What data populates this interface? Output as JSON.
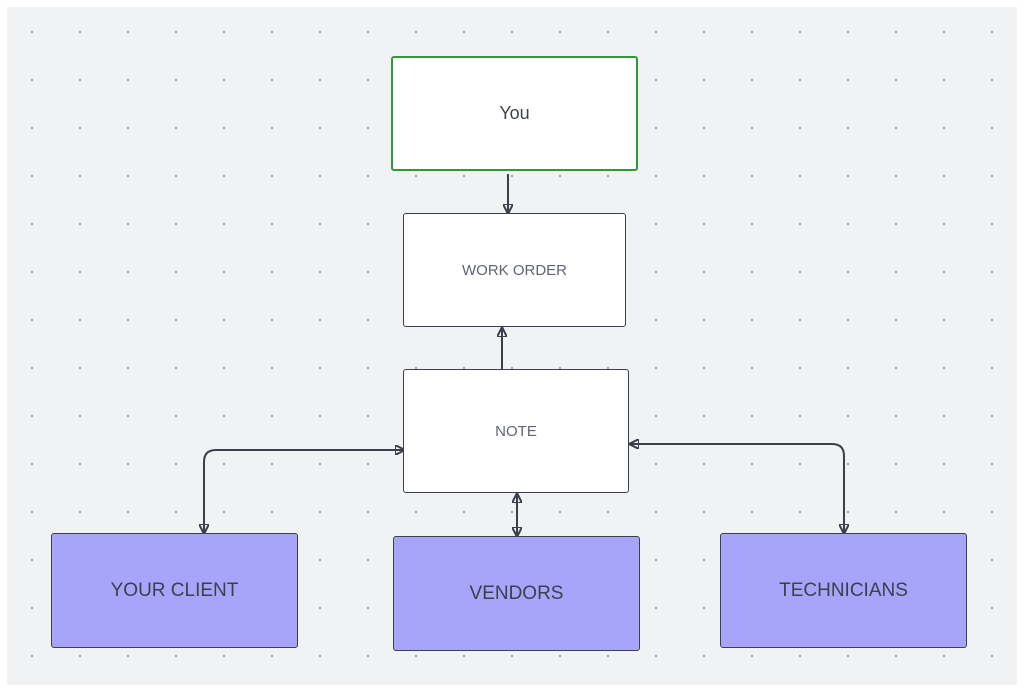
{
  "diagram": {
    "nodes": {
      "you": "You",
      "work_order": "WORK ORDER",
      "note": "NOTE",
      "client": "YOUR CLIENT",
      "vendors": "VENDORS",
      "technicians": "TECHNICIANS"
    },
    "edges": [
      {
        "from": "you",
        "to": "work_order",
        "direction": "forward"
      },
      {
        "from": "note",
        "to": "work_order",
        "direction": "forward"
      },
      {
        "from": "note",
        "to": "client",
        "direction": "both"
      },
      {
        "from": "note",
        "to": "vendors",
        "direction": "both"
      },
      {
        "from": "note",
        "to": "technicians",
        "direction": "both"
      }
    ]
  },
  "colors": {
    "canvas": "#f1f2f4",
    "dots": "#a9acb3",
    "stroke": "#3b3f4a",
    "you_border": "#2f9a36",
    "purple_fill": "#a6a5fb"
  }
}
